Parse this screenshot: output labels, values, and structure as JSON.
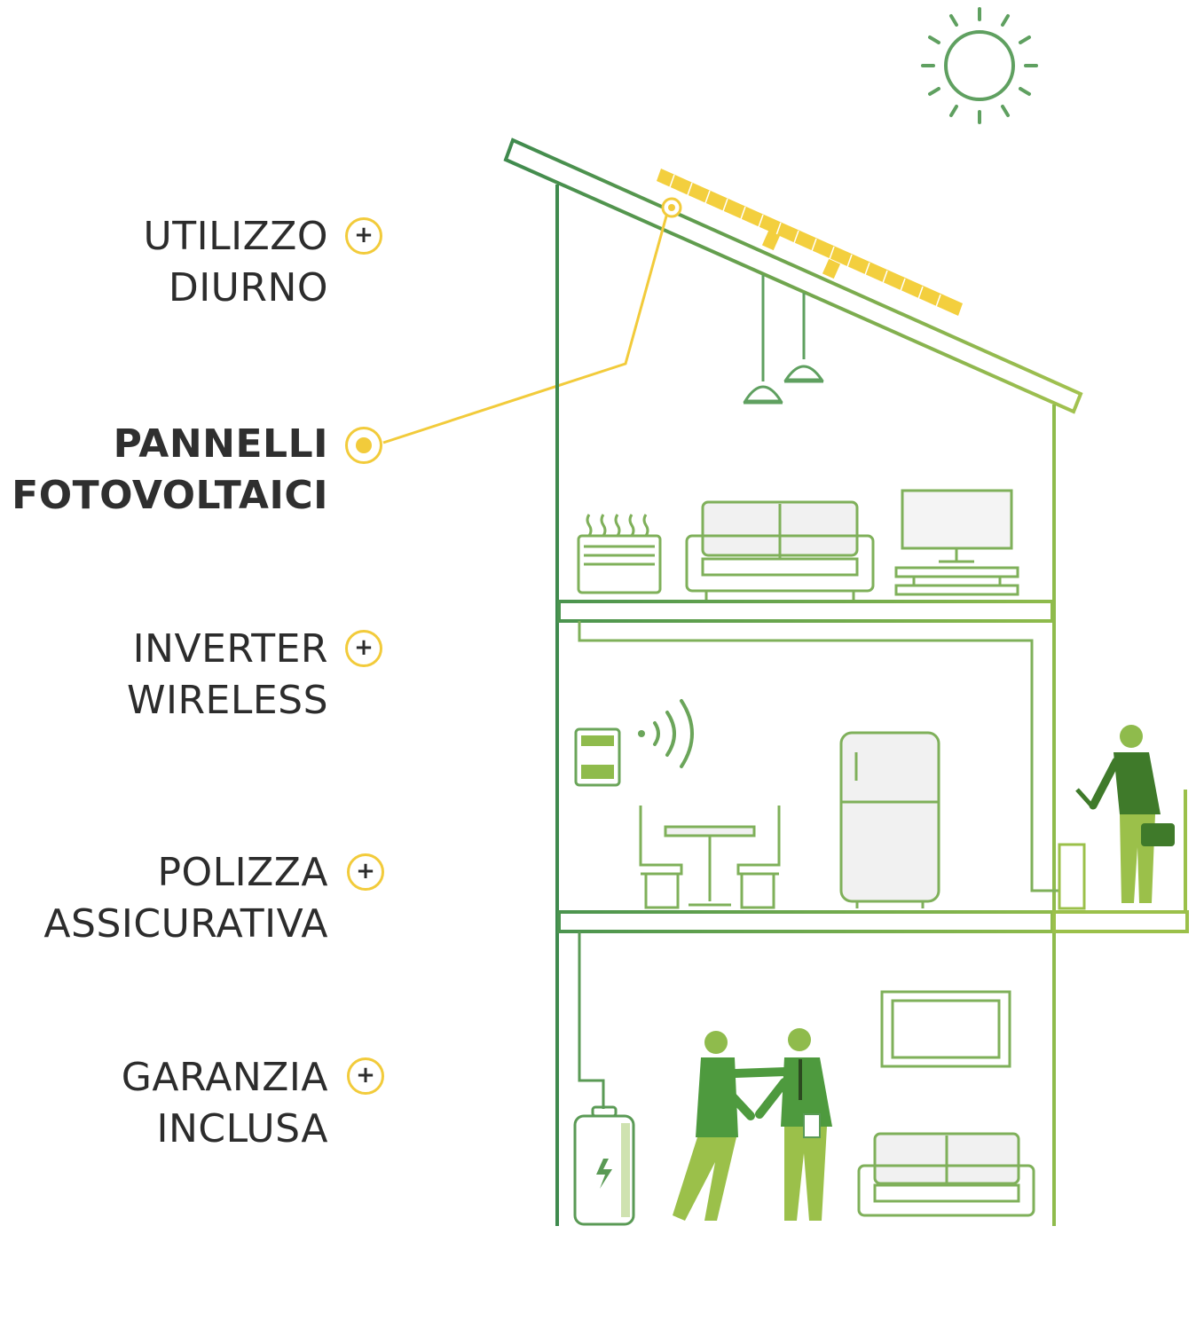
{
  "features": [
    {
      "id": "utilizzo",
      "line1": "UTILIZZO",
      "line2": "DIURNO",
      "active": false
    },
    {
      "id": "pannelli",
      "line1": "PANNELLI",
      "line2": "FOTOVOLTAICI",
      "active": true
    },
    {
      "id": "inverter",
      "line1": "INVERTER",
      "line2": "WIRELESS",
      "active": false
    },
    {
      "id": "polizza",
      "line1": "POLIZZA",
      "line2": "ASSICURATIVA",
      "active": false
    },
    {
      "id": "garanzia",
      "line1": "GARANZIA",
      "line2": "INCLUSA",
      "active": false
    }
  ],
  "icons": {
    "expand": "plus-icon",
    "selected": "dot-icon"
  },
  "colors": {
    "accent": "#f2cb3b",
    "green_dark": "#3f8a4e",
    "green_light": "#9bc04a",
    "text": "#2c2c2c"
  }
}
